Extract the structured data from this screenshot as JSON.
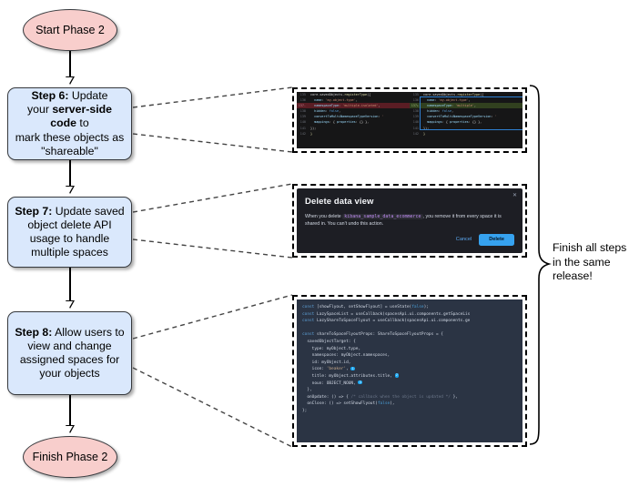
{
  "diagram": {
    "type": "flowchart",
    "title": "Phase 2 rollout flowchart"
  },
  "nodes": {
    "start": {
      "label": "Start Phase 2",
      "shape": "terminator",
      "fill": "#f8cecc"
    },
    "finish": {
      "label": "Finish Phase 2",
      "shape": "terminator",
      "fill": "#f8cecc"
    },
    "step6": {
      "shape": "process",
      "fill": "#dae8fc",
      "label_bold_1": "Step 6:",
      "label_rest_1": " Update",
      "label_line2_pre": "your ",
      "label_line2_bold": "server-side code",
      "label_line2_post": " to",
      "label_line3": "mark these objects as",
      "label_line4": "\"shareable\""
    },
    "step7": {
      "shape": "process",
      "fill": "#dae8fc",
      "label_bold": "Step 7:",
      "label_rest": " Update saved object delete API usage to handle multiple spaces"
    },
    "step8": {
      "shape": "process",
      "fill": "#dae8fc",
      "label_bold": "Step 8:",
      "label_rest": " Allow users to view and change assigned spaces for your objects"
    }
  },
  "annotation": {
    "brace_note_line1": "Finish all steps",
    "brace_note_line2": "in the same",
    "brace_note_line3": "release!"
  },
  "screenshots": {
    "code_diff": {
      "name": "savedObjects registerType diff",
      "left": {
        "lines": [
          {
            "num": "135",
            "text": "core.savedObjects.registerType({",
            "kind": "ctx"
          },
          {
            "num": "136",
            "text": "  name: 'my-object-type',",
            "kind": "ctx"
          },
          {
            "num": "137",
            "text": "  namespaceType: 'multiple-isolated',",
            "kind": "del"
          },
          {
            "num": "138",
            "text": "  hidden: false,",
            "kind": "ctx"
          },
          {
            "num": "139",
            "text": "  convertToMultiNamespaceTypeVersion: '",
            "kind": "ctx"
          },
          {
            "num": "140",
            "text": "  mappings: { properties: {} },",
            "kind": "ctx"
          },
          {
            "num": "141",
            "text": "});",
            "kind": "ctx"
          },
          {
            "num": "142",
            "text": "}",
            "kind": "ctx"
          }
        ]
      },
      "right": {
        "lines": [
          {
            "num": "135",
            "text": "core.savedObjects.registerType({",
            "kind": "ctx"
          },
          {
            "num": "136",
            "text": "  name: 'my-object-type',",
            "kind": "ctx"
          },
          {
            "num": "137",
            "text": "  namespaceType: 'multiple',",
            "kind": "add"
          },
          {
            "num": "138",
            "text": "  hidden: false,",
            "kind": "ctx"
          },
          {
            "num": "139",
            "text": "  convertToMultiNamespaceTypeVersion: '",
            "kind": "ctx"
          },
          {
            "num": "140",
            "text": "  mappings: { properties: {} },",
            "kind": "ctx"
          },
          {
            "num": "141",
            "text": "});",
            "kind": "ctx"
          },
          {
            "num": "142",
            "text": "}",
            "kind": "ctx"
          }
        ]
      }
    },
    "delete_modal": {
      "title": "Delete data view",
      "close_icon": "close-icon",
      "body_pre": "When you delete ",
      "body_code": "kibana_sample_data_ecommerce",
      "body_post": ", you remove it from every space it is shared in. You can't undo this action.",
      "cancel_label": "Cancel",
      "delete_label": "Delete",
      "accent": "#36a2ef"
    },
    "flyout_code": {
      "lines": [
        "const [showFlyout, setShowFlyout] = useState(false);",
        "const LazySpaceList = useCallback(spacesApi.ui.components.getSpaceLis",
        "const LazyShareToSpaceFlyout = useCallback(spacesApi.ui.components.ge",
        "",
        "const shareToSpaceFlyoutProps: ShareToSpaceFlyoutProps = {",
        "  savedObjectTarget: {",
        "    type: myObject.type,",
        "    namespaces: myObject.namespaces,",
        "    id: myObject.id,",
        "    icon: 'beaker',",
        "    title: myObject.attributes.title,",
        "    noun: OBJECT_NOUN,",
        "  },",
        "  onUpdate: () => { /* callback when the object is updated */ },",
        "  onClose: () => setShowFlyout(false),",
        "};"
      ],
      "callout_badges": [
        "1",
        "2",
        "3"
      ]
    }
  }
}
